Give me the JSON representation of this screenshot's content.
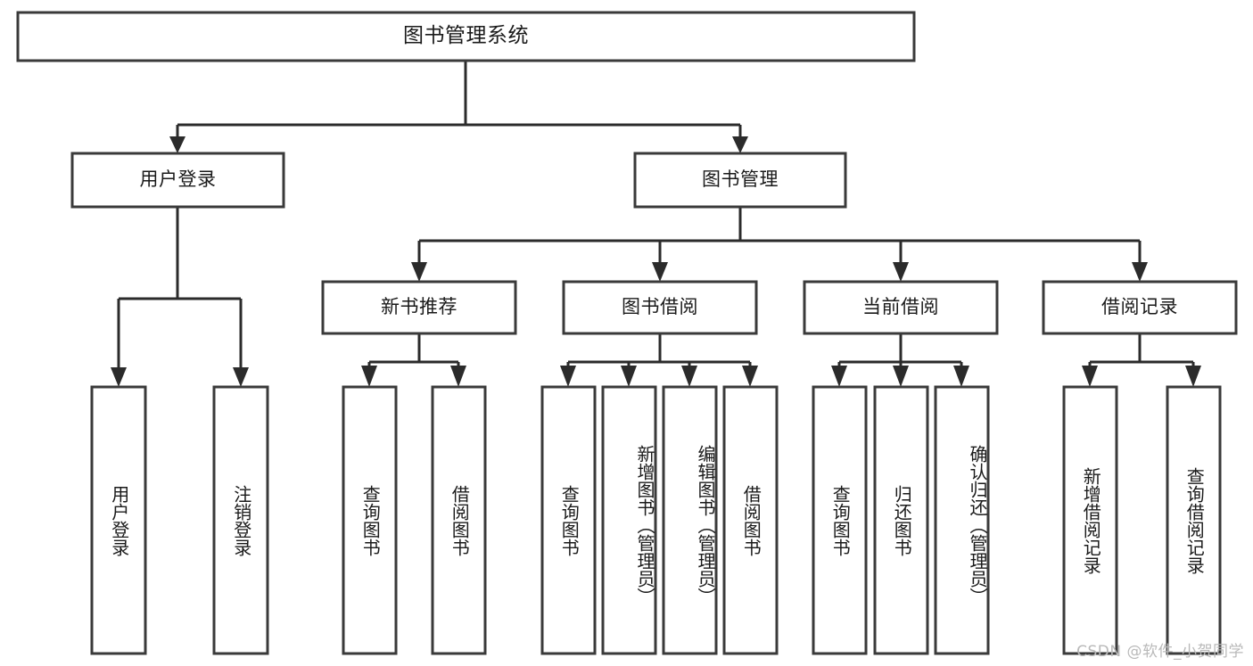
{
  "diagram": {
    "type": "tree-hierarchy-chart",
    "title": "图书管理系统",
    "watermark": "CSDN @软件_小贺同学",
    "colors": {
      "box_stroke": "#3a3a3a",
      "connector": "#2b2b2b",
      "background": "#ffffff",
      "text": "#1a1a1a",
      "watermark": "#b9b9b9"
    },
    "levels": {
      "root": {
        "label": "图书管理系统",
        "orientation": "horizontal"
      },
      "level2": [
        {
          "id": "user-login",
          "label": "用户登录",
          "orientation": "horizontal"
        },
        {
          "id": "book-management",
          "label": "图书管理",
          "orientation": "horizontal"
        }
      ],
      "level3": [
        {
          "id": "new-book-recommend",
          "label": "新书推荐",
          "orientation": "horizontal",
          "parent": "book-management"
        },
        {
          "id": "book-borrow",
          "label": "图书借阅",
          "orientation": "horizontal",
          "parent": "book-management"
        },
        {
          "id": "current-borrow",
          "label": "当前借阅",
          "orientation": "horizontal",
          "parent": "book-management"
        },
        {
          "id": "borrow-record",
          "label": "借阅记录",
          "orientation": "horizontal",
          "parent": "book-management"
        }
      ],
      "leaves": [
        {
          "id": "leaf-user-login",
          "label": "用户登录",
          "orientation": "vertical",
          "parent": "user-login"
        },
        {
          "id": "leaf-logout-login",
          "label": "注销登录",
          "orientation": "vertical",
          "parent": "user-login"
        },
        {
          "id": "leaf-query-book-1",
          "label": "查询图书",
          "orientation": "vertical",
          "parent": "new-book-recommend"
        },
        {
          "id": "leaf-borrow-book-1",
          "label": "借阅图书",
          "orientation": "vertical",
          "parent": "new-book-recommend"
        },
        {
          "id": "leaf-query-book-2",
          "label": "查询图书",
          "orientation": "vertical",
          "parent": "book-borrow"
        },
        {
          "id": "leaf-add-book",
          "label": "新增图书（管理员）",
          "orientation": "vertical",
          "parent": "book-borrow"
        },
        {
          "id": "leaf-edit-book",
          "label": "编辑图书（管理员）",
          "orientation": "vertical",
          "parent": "book-borrow"
        },
        {
          "id": "leaf-borrow-book-2",
          "label": "借阅图书",
          "orientation": "vertical",
          "parent": "book-borrow"
        },
        {
          "id": "leaf-query-book-3",
          "label": "查询图书",
          "orientation": "vertical",
          "parent": "current-borrow"
        },
        {
          "id": "leaf-return-book",
          "label": "归还图书",
          "orientation": "vertical",
          "parent": "current-borrow"
        },
        {
          "id": "leaf-confirm-return",
          "label": "确认归还（管理员）",
          "orientation": "vertical",
          "parent": "current-borrow"
        },
        {
          "id": "leaf-add-record",
          "label": "新增借阅记录",
          "orientation": "vertical",
          "parent": "borrow-record"
        },
        {
          "id": "leaf-query-record",
          "label": "查询借阅记录",
          "orientation": "vertical",
          "parent": "borrow-record"
        }
      ]
    }
  }
}
